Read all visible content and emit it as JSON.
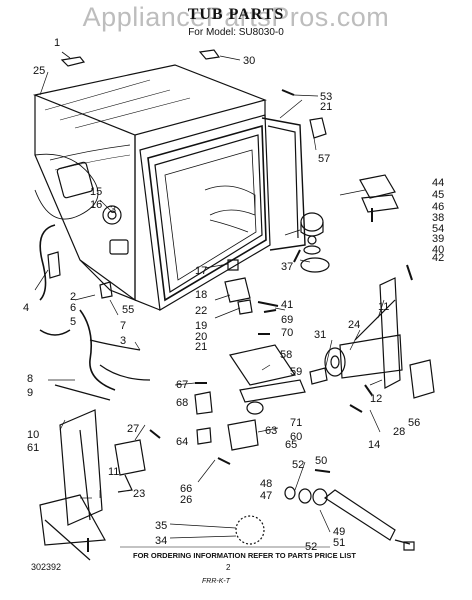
{
  "header": {
    "watermark": "AppliancePartsPros.com",
    "title": "TUB PARTS",
    "model_line": "For Model: SU8030-0"
  },
  "callouts": [
    "1",
    "25",
    "30",
    "53",
    "21",
    "57",
    "44",
    "45",
    "46",
    "38",
    "54",
    "39",
    "40",
    "42",
    "37",
    "15",
    "16",
    "3",
    "17",
    "18",
    "22",
    "19",
    "20",
    "21",
    "41",
    "69",
    "70",
    "11",
    "24",
    "31",
    "4",
    "6",
    "5",
    "2",
    "55",
    "7",
    "3",
    "58",
    "59",
    "8",
    "9",
    "67",
    "68",
    "64",
    "10",
    "61",
    "27",
    "63",
    "65",
    "71",
    "60",
    "12",
    "28",
    "56",
    "14",
    "26",
    "66",
    "52",
    "50",
    "48",
    "47",
    "49",
    "51",
    "23",
    "11",
    "35",
    "34",
    "52"
  ],
  "footer": {
    "ordering_note": "FOR ORDERING INFORMATION REFER TO PARTS PRICE LIST",
    "drawing_number": "302392",
    "page_number": "2",
    "revision": "FRR-K-T"
  }
}
